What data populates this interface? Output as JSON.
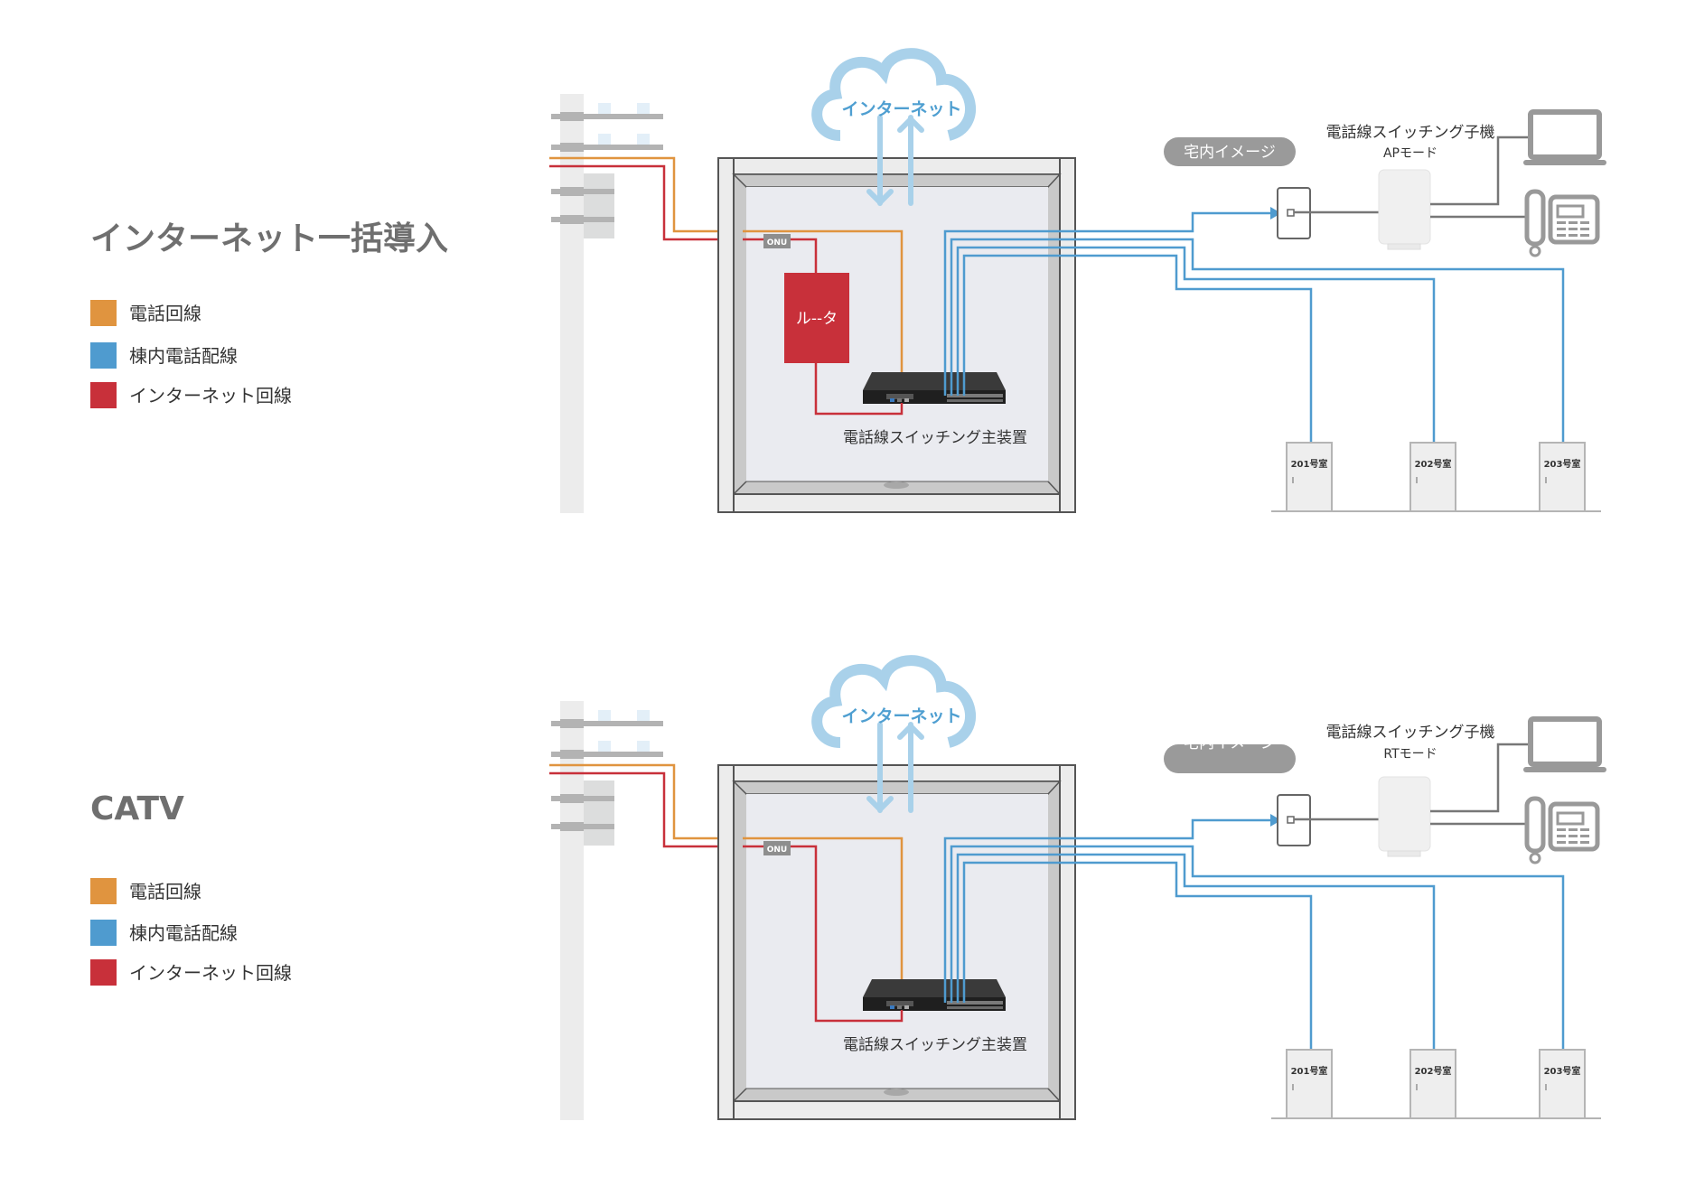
{
  "colors": {
    "phone_line": "#e0943f",
    "building_wiring": "#4f9bcf",
    "internet_line": "#c8303a",
    "cloud": "#a9d1ea",
    "gray_text": "#6f6f6f"
  },
  "sections": [
    {
      "title": "インターネット一括導入",
      "legend": [
        {
          "label": "電話回線",
          "color_key": "phone_line"
        },
        {
          "label": "棟内電話配線",
          "color_key": "building_wiring"
        },
        {
          "label": "インターネット回線",
          "color_key": "internet_line"
        }
      ],
      "cloud_label": "インターネット",
      "onu_label": "ONU",
      "router_label": "ル--タ",
      "main_unit_label": "電話線スイッチング主装置",
      "home_badge": "宅内イメージ",
      "sub_unit_label": "電話線スイッチング子機",
      "sub_unit_mode": "APモード",
      "rooms": [
        "201号室",
        "202号室",
        "203号室"
      ],
      "has_router": true
    },
    {
      "title": "CATV",
      "legend": [
        {
          "label": "電話回線",
          "color_key": "phone_line"
        },
        {
          "label": "棟内電話配線",
          "color_key": "building_wiring"
        },
        {
          "label": "インターネット回線",
          "color_key": "internet_line"
        }
      ],
      "cloud_label": "インターネット",
      "onu_label": "ONU",
      "main_unit_label": "電話線スイッチング主装置",
      "home_badge": "宅内イメージ",
      "sub_unit_label": "電話線スイッチング子機",
      "sub_unit_mode": "RTモード",
      "rooms": [
        "201号室",
        "202号室",
        "203号室"
      ],
      "has_router": false
    }
  ]
}
